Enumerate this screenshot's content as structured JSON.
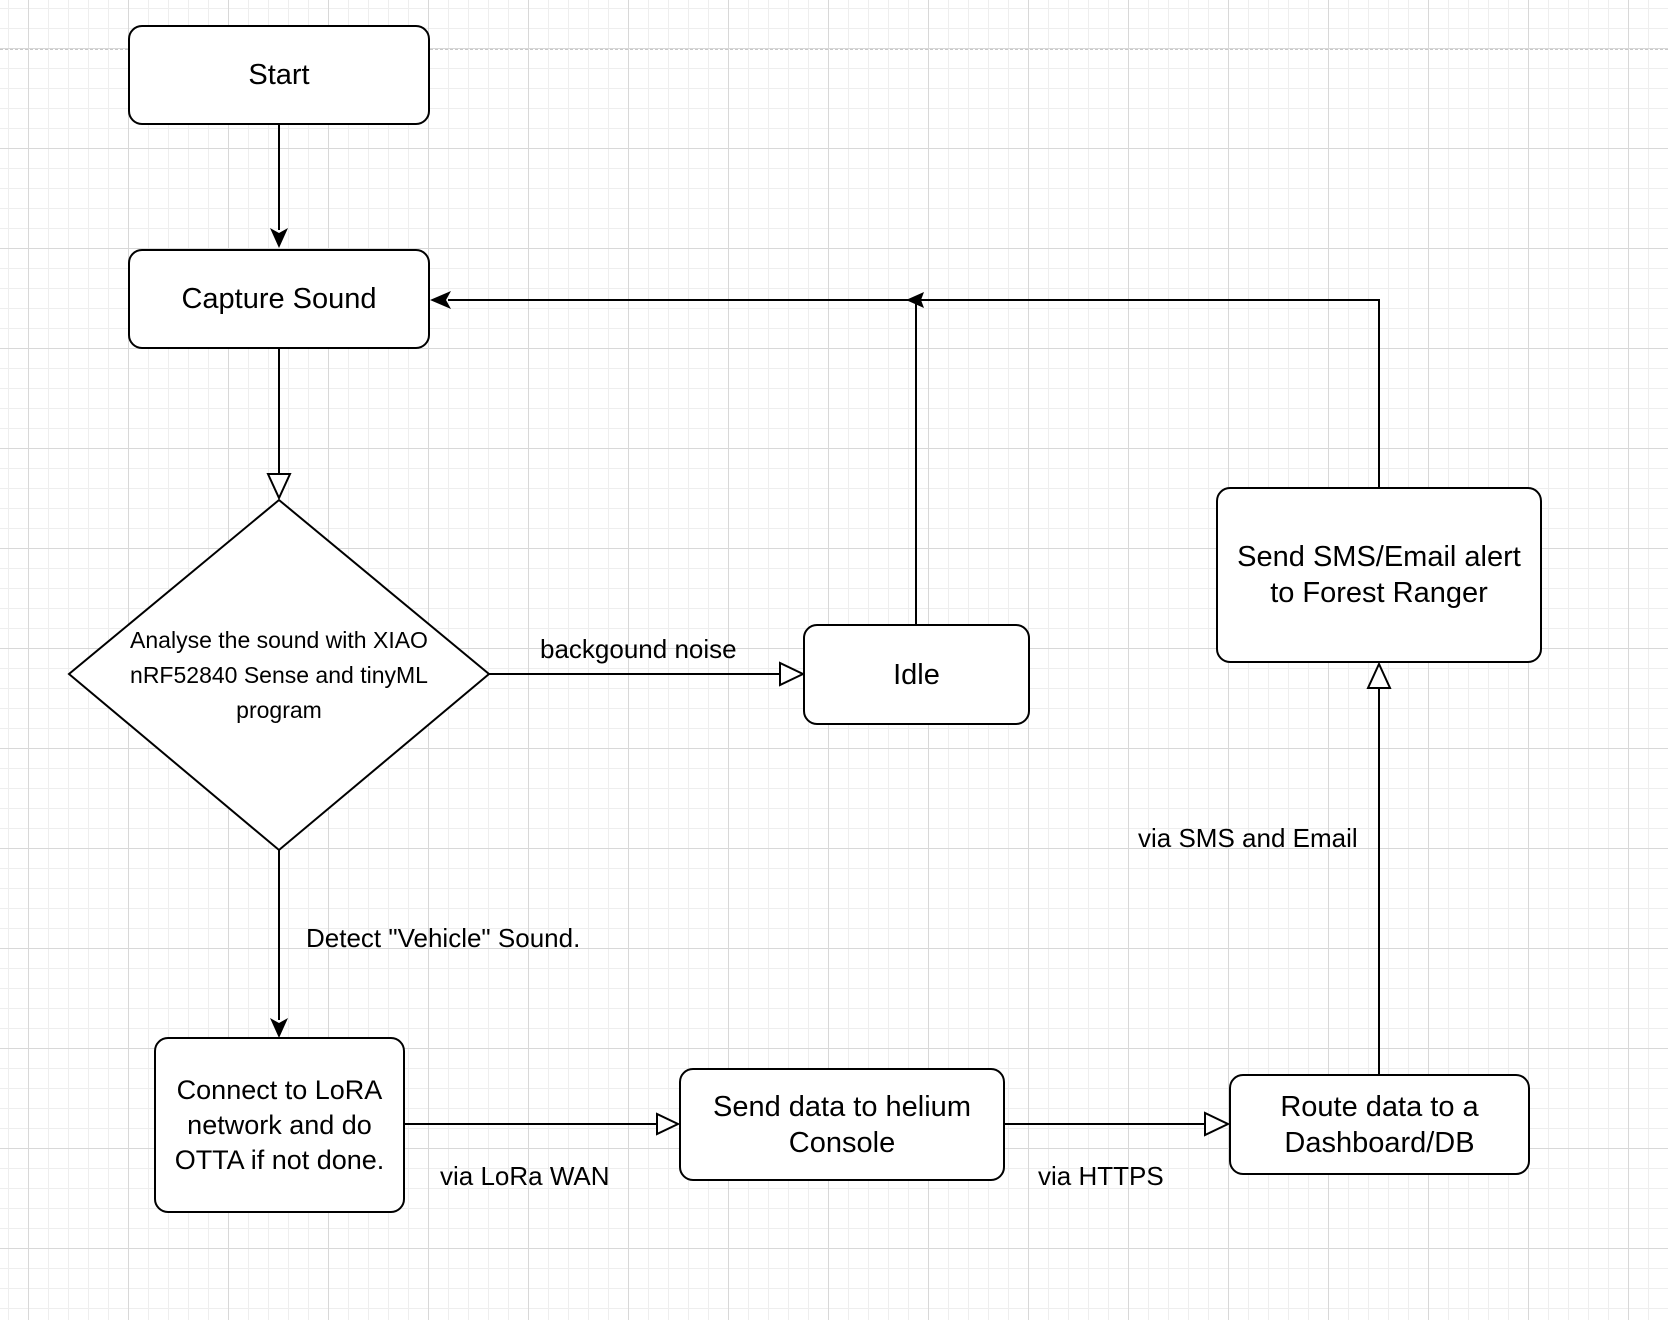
{
  "nodes": {
    "start": "Start",
    "capture_sound": "Capture Sound",
    "analyse": "Analyse the sound with XIAO\nnRF52840 Sense and tinyML\nprogram",
    "idle": "Idle",
    "send_alert": "Send SMS/Email alert\nto Forest Ranger",
    "connect_lora": "Connect to LoRA\nnetwork and do\nOTTA if not done.",
    "send_helium": "Send data to helium\nConsole",
    "route_data": "Route data to a\nDashboard/DB"
  },
  "edge_labels": {
    "background_noise": "backgound noise",
    "detect_vehicle": "Detect \"Vehicle\" Sound.",
    "via_lora_wan": "via LoRa WAN",
    "via_https": "via HTTPS",
    "via_sms_email": "via SMS and Email"
  }
}
